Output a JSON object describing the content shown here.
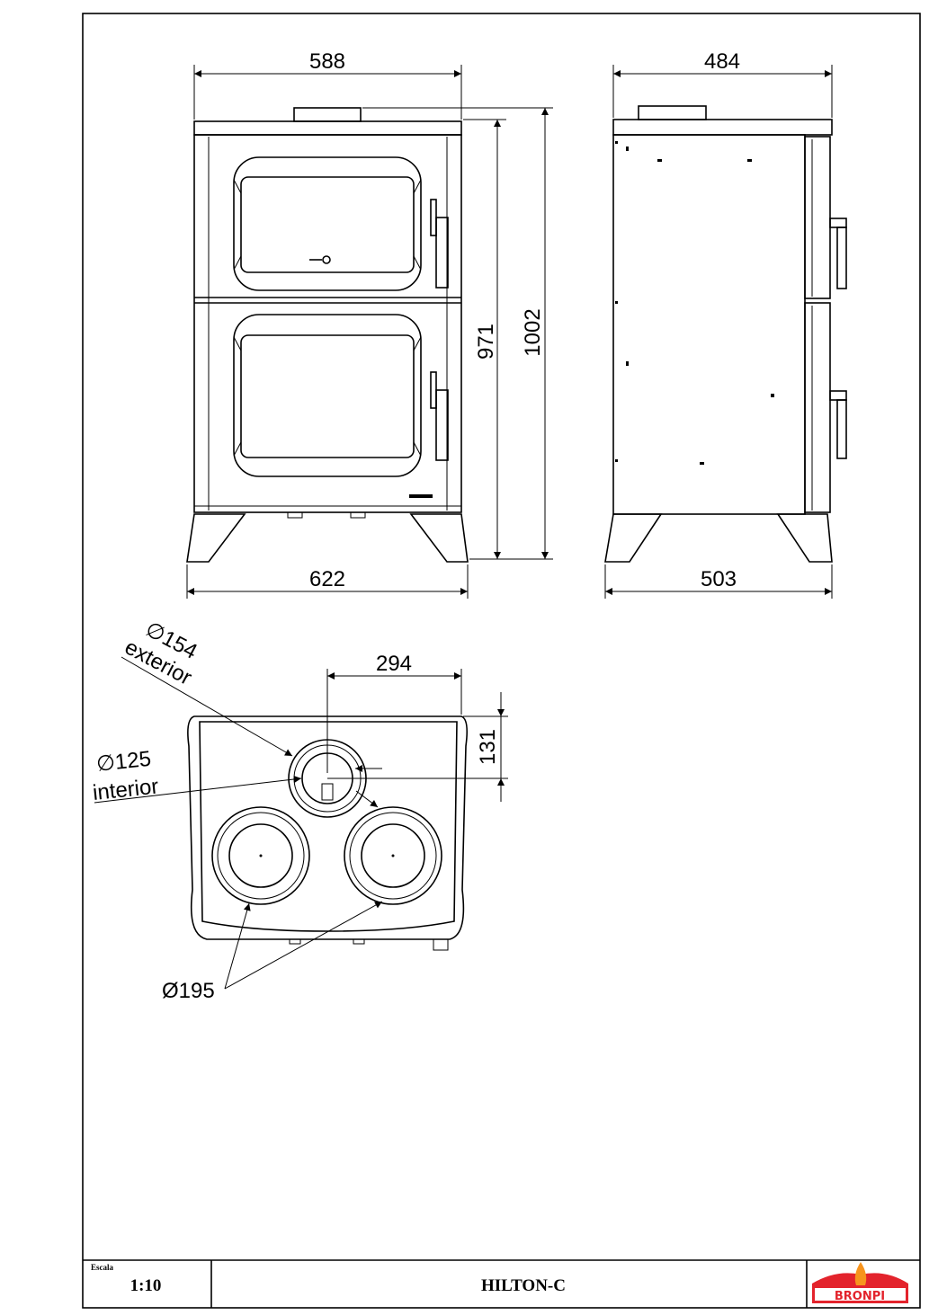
{
  "drawing": {
    "dimensions": {
      "front_top_width": "588",
      "front_base_width": "622",
      "front_body_height": "971",
      "front_total_height": "1002",
      "side_top_depth": "484",
      "side_base_depth": "503",
      "flue_offset_x": "294",
      "flue_offset_y": "131",
      "flue_exterior_dia": "∅154",
      "flue_exterior_label": "exterior",
      "flue_interior_dia": "∅125",
      "flue_interior_label": "interior",
      "hotplate_dia": "Ø195"
    }
  },
  "title_block": {
    "scale_label": "Escala",
    "scale_value": "1:10",
    "model_name": "HILTON-C",
    "logo_text": "BRONPI",
    "logo_color": "#e3232c"
  }
}
